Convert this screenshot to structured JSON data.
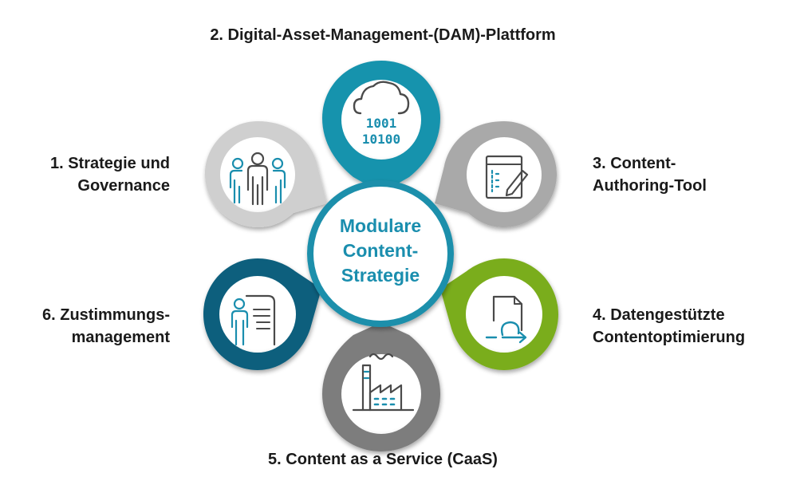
{
  "center": {
    "lines": [
      "Modulare",
      "Content-",
      "Strategie"
    ]
  },
  "nodes": [
    {
      "label": [
        "1. Strategie und",
        "Governance"
      ],
      "icon": "team-people-icon"
    },
    {
      "label": [
        "2. Digital-Asset-Management-(DAM)-Plattform"
      ],
      "icon": "cloud-binary-icon",
      "icon_text": [
        "1001",
        "10100"
      ]
    },
    {
      "label": [
        "3. Content-",
        "Authoring-Tool"
      ],
      "icon": "document-edit-pen-icon"
    },
    {
      "label": [
        "4. Datengestützte",
        "Contentoptimierung"
      ],
      "icon": "document-cycle-icon"
    },
    {
      "label": [
        "5. Content as a Service (CaaS)"
      ],
      "icon": "factory-icon"
    },
    {
      "label": [
        "6. Zustimmungs-",
        "management"
      ],
      "icon": "person-document-icon"
    }
  ],
  "colors": {
    "teal": "#1693ad",
    "teal_dark": "#0b7088",
    "navy": "#0b5f7d",
    "grey_light": "#cfcfcf",
    "grey_mid": "#a9a9a9",
    "grey_dark": "#7d7d7d",
    "green": "#7aad1c",
    "center_text": "#1a8eae",
    "label_text": "#1a1a1a"
  }
}
